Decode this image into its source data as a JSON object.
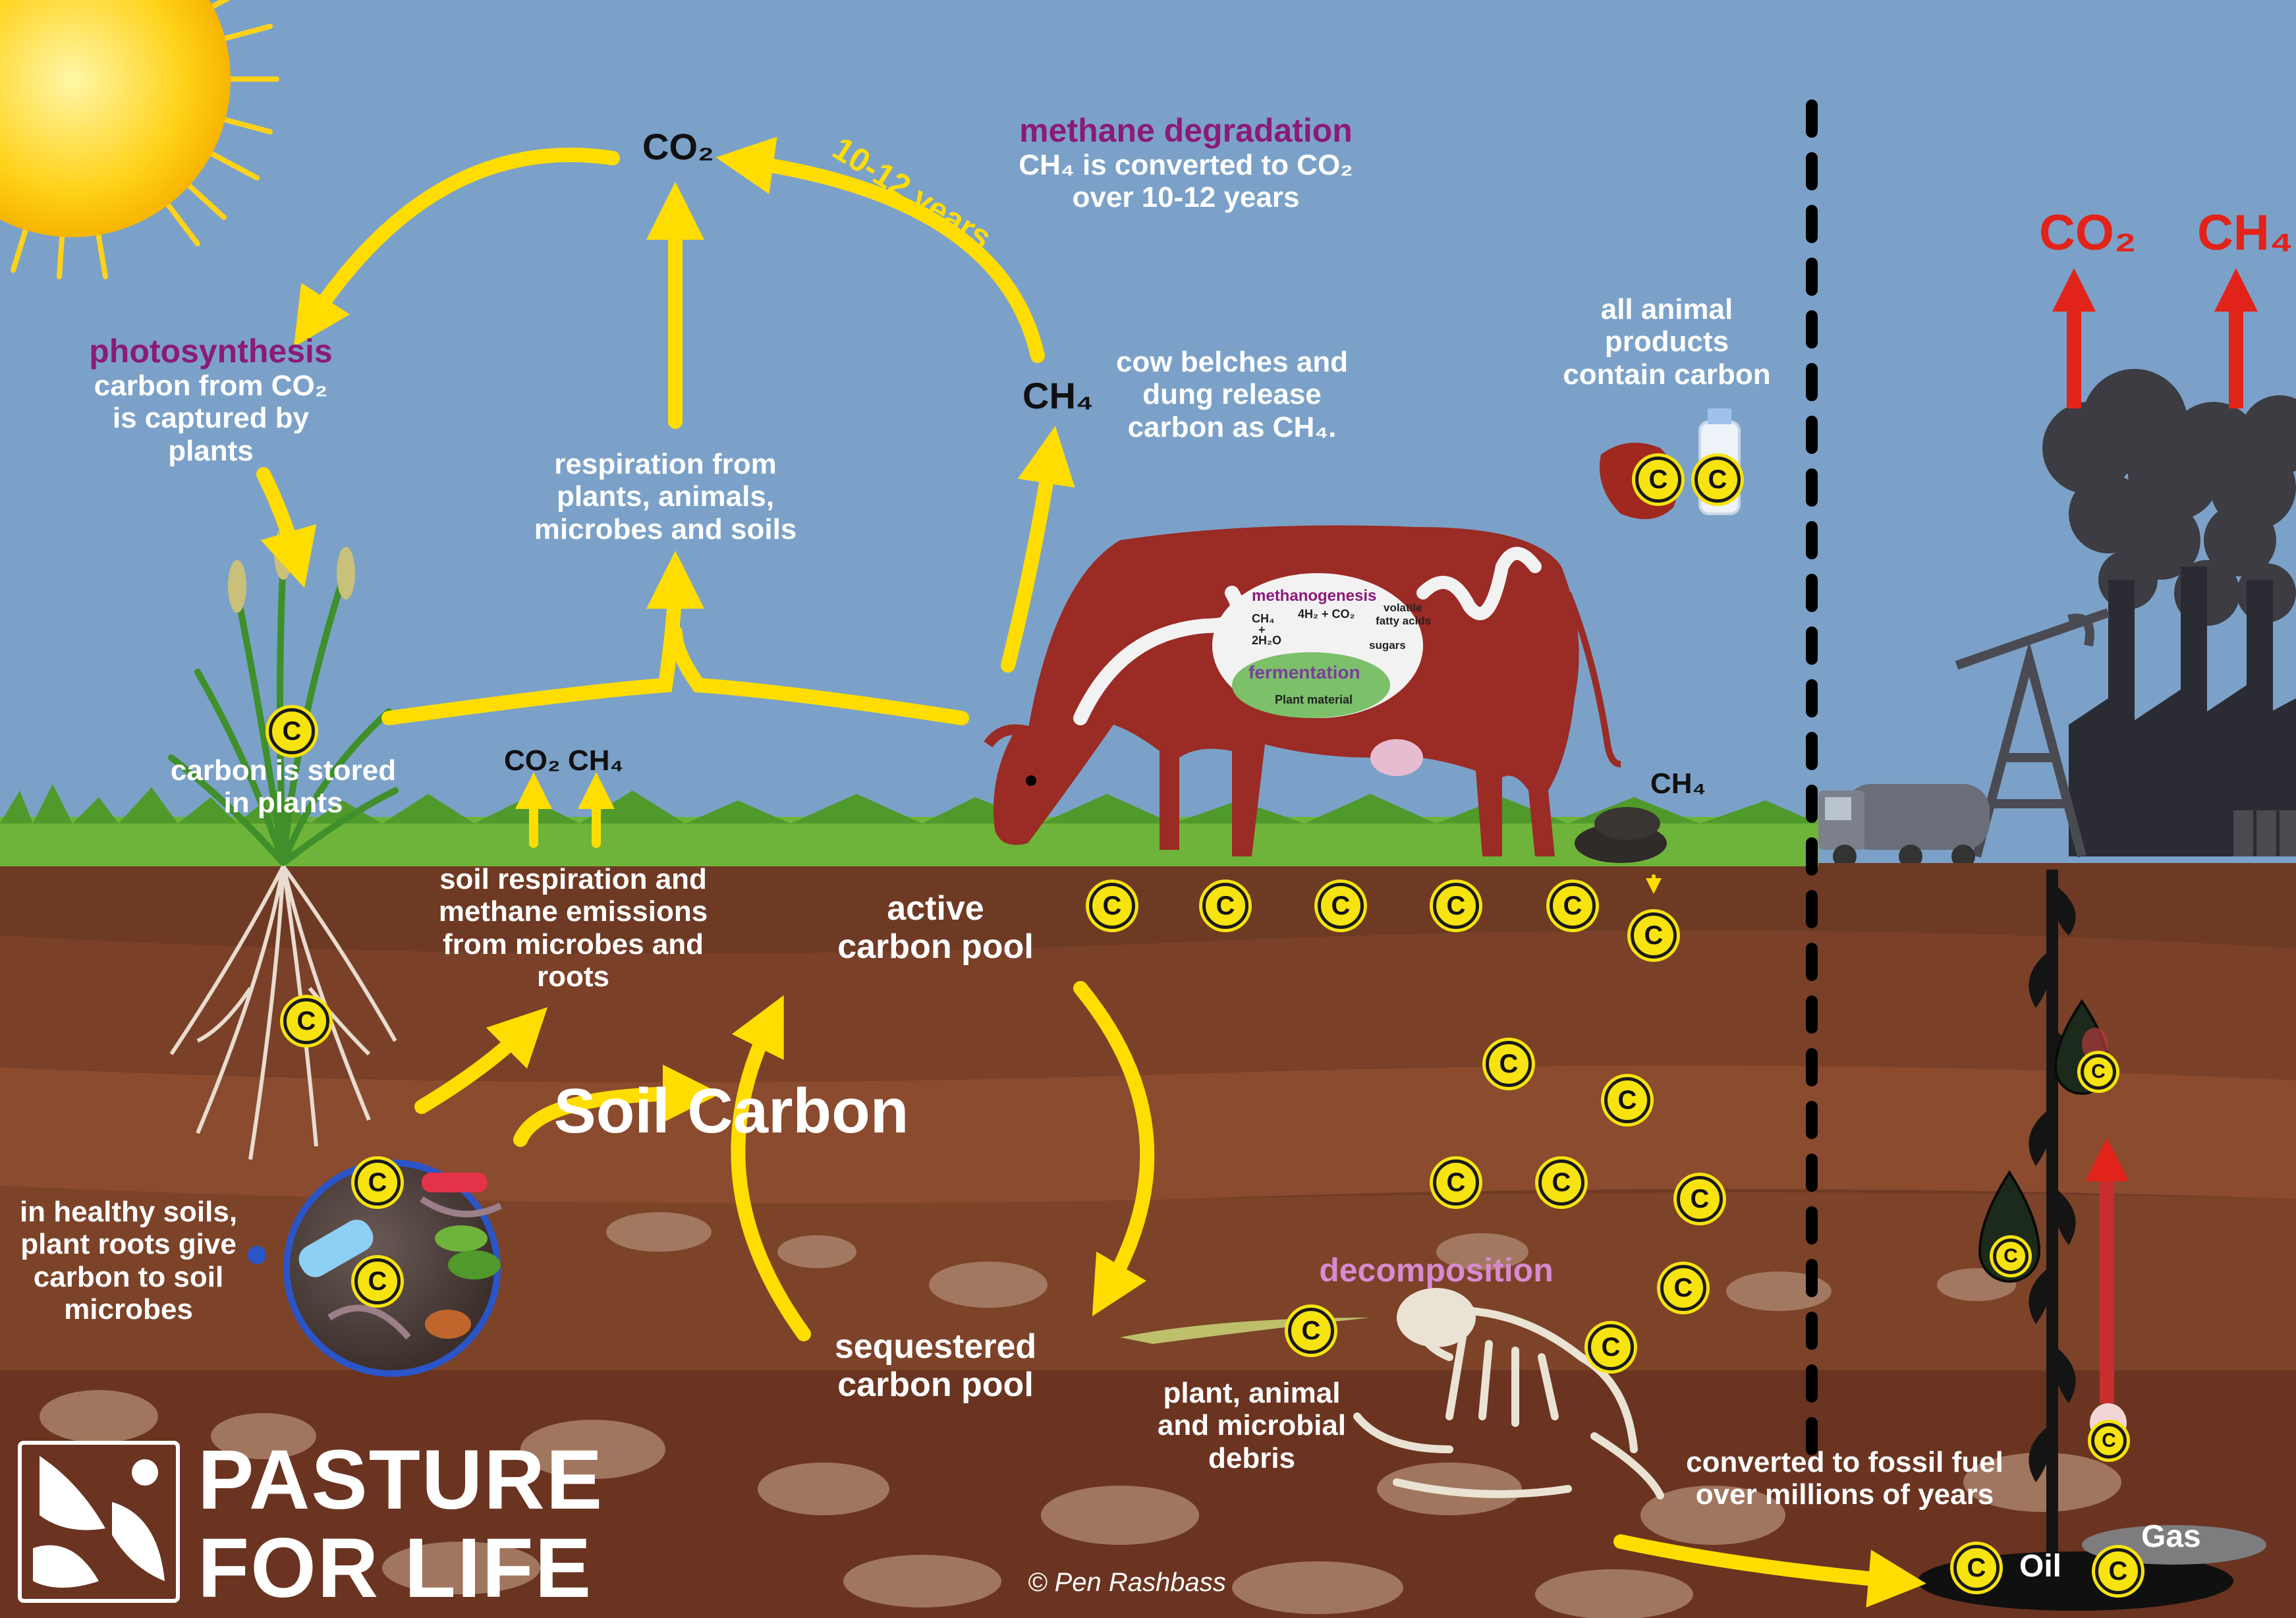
{
  "texts": {
    "co2_top": "CO₂",
    "years_label": "10-12 years",
    "methane_degradation_title": "methane degradation",
    "methane_degradation_l1": "CH₄ is converted to CO₂",
    "methane_degradation_l2": "over 10-12 years",
    "photosynthesis_title": "photosynthesis",
    "photosynthesis_l1": "carbon from CO₂",
    "photosynthesis_l2": "is captured by",
    "photosynthesis_l3": "plants",
    "ch4_cow": "CH₄",
    "cow_belches_l1": "cow belches and",
    "cow_belches_l2": "dung release",
    "cow_belches_l3": "carbon as CH₄.",
    "animal_products_l1": "all animal",
    "animal_products_l2": "products",
    "animal_products_l3": "contain carbon",
    "respiration_l1": "respiration from",
    "respiration_l2": "plants, animals,",
    "respiration_l3": "microbes and soils",
    "carbon_stored_l1": "carbon is stored",
    "carbon_stored_l2": "in plants",
    "soil_co2": "CO₂",
    "soil_ch4": "CH₄",
    "dung_ch4": "CH₄",
    "soil_respiration_l1": "soil respiration and",
    "soil_respiration_l2": "methane emissions",
    "soil_respiration_l3": "from microbes and",
    "soil_respiration_l4": "roots",
    "active_pool_l1": "active",
    "active_pool_l2": "carbon pool",
    "soil_carbon_l1": "Soil",
    "soil_carbon_l2": "Carbon",
    "sequestered_l1": "sequestered",
    "sequestered_l2": "carbon pool",
    "healthy_soils_l1": "in healthy soils,",
    "healthy_soils_l2": "plant roots give",
    "healthy_soils_l3": "carbon to soil",
    "healthy_soils_l4": "microbes",
    "decomposition": "decomposition",
    "debris_l1": "plant, animal",
    "debris_l2": "and microbial",
    "debris_l3": "debris",
    "fossil_l1": "converted to fossil  fuel",
    "fossil_l2": "over millions of years",
    "oil": "Oil",
    "gas": "Gas",
    "industry_co2": "CO₂",
    "industry_ch4": "CH₄",
    "carbon_symbol": "C",
    "logo_l1": "PASTURE",
    "logo_l2": "FOR LIFE",
    "credit": "© Pen Rashbass",
    "rumen_methanogenesis": "methanogenesis",
    "rumen_fermentation": "fermentation",
    "rumen_plant_material": "Plant material",
    "rumen_vfa_l1": "volatile",
    "rumen_vfa_l2": "fatty acids",
    "rumen_sugars": "sugars",
    "rumen_eq_ch4": "CH₄",
    "rumen_eq_plus": "+",
    "rumen_eq_h2o": "2H₂O",
    "rumen_eq_reactants": "4H₂ + CO₂"
  },
  "colors": {
    "sky": "#7ba1c8",
    "arrow_yellow": "#ffdd00",
    "soil_top": "#6e3a24",
    "soil_mid": "#8a4b2e",
    "soil_deep": "#6a3420",
    "grass": "#6fb43a",
    "cow": "#9b2b25",
    "purple_title": "#8b1a7a",
    "pink_title": "#d88ad0",
    "emission_red": "#e2231a",
    "carbon_badge": "#f7e30f"
  }
}
